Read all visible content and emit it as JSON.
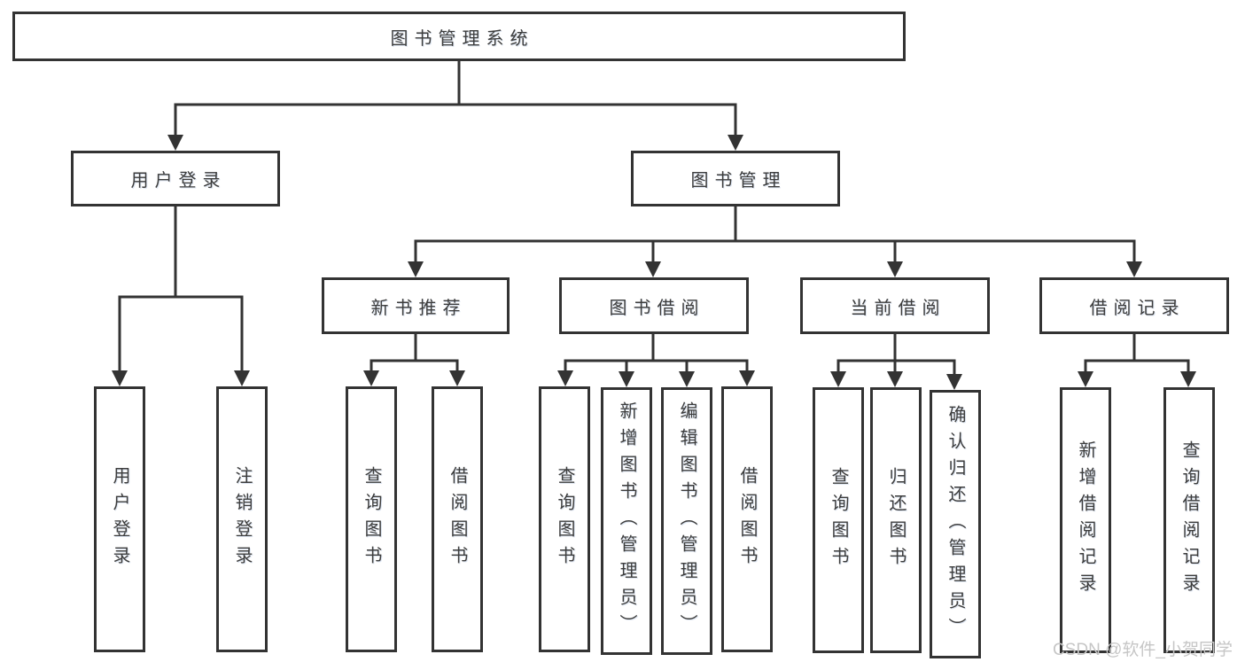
{
  "tree": {
    "label": "图书管理系统",
    "children": [
      {
        "label": "用户登录",
        "children": [
          {
            "label": "用户登录"
          },
          {
            "label": "注销登录"
          }
        ]
      },
      {
        "label": "图书管理",
        "children": [
          {
            "label": "新书推荐",
            "children": [
              {
                "label": "查询图书"
              },
              {
                "label": "借阅图书"
              }
            ]
          },
          {
            "label": "图书借阅",
            "children": [
              {
                "label": "查询图书"
              },
              {
                "label": "新增图书（管理员）"
              },
              {
                "label": "编辑图书（管理员）"
              },
              {
                "label": "借阅图书"
              }
            ]
          },
          {
            "label": "当前借阅",
            "children": [
              {
                "label": "查询图书"
              },
              {
                "label": "归还图书"
              },
              {
                "label": "确认归还（管理员）"
              }
            ]
          },
          {
            "label": "借阅记录",
            "children": [
              {
                "label": "新增借阅记录"
              },
              {
                "label": "查询借阅记录"
              }
            ]
          }
        ]
      }
    ]
  },
  "watermark": "CSDN @软件_小贺同学",
  "colors": {
    "line": "#333333",
    "box_border": "#333333",
    "text": "#3d3d3d",
    "watermark": "#c6c6c6",
    "background": "#ffffff"
  }
}
